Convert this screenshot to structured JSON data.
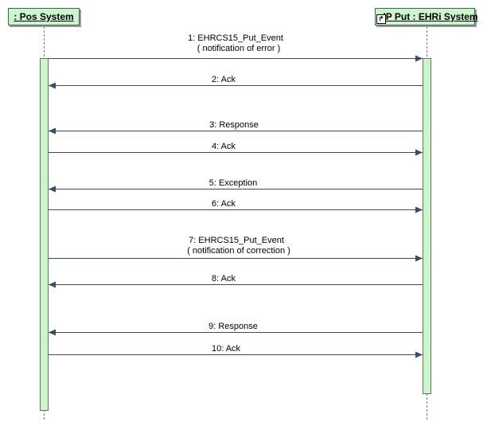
{
  "participants": [
    {
      "name": ": Pos System"
    },
    {
      "name": ":IP Put : EHRi System",
      "ref_icon": "↱"
    }
  ],
  "messages": [
    {
      "id": "m1",
      "label": "1: EHRCS15_Put_Event",
      "sublabel": "( notification of error )",
      "direction": "right"
    },
    {
      "id": "m2",
      "label": "2: Ack",
      "direction": "left"
    },
    {
      "id": "m3",
      "label": "3: Response",
      "direction": "left"
    },
    {
      "id": "m4",
      "label": "4: Ack",
      "direction": "right"
    },
    {
      "id": "m5",
      "label": "5: Exception",
      "direction": "left"
    },
    {
      "id": "m6",
      "label": "6: Ack",
      "direction": "right"
    },
    {
      "id": "m7",
      "label": "7: EHRCS15_Put_Event",
      "sublabel": "( notification of correction )",
      "direction": "right"
    },
    {
      "id": "m8",
      "label": "8: Ack",
      "direction": "left"
    },
    {
      "id": "m9",
      "label": "9: Response",
      "direction": "left"
    },
    {
      "id": "m10",
      "label": "10: Ack",
      "direction": "right"
    }
  ],
  "colors": {
    "box_fill": "#cdf5cd",
    "box_border": "#3d6b3d",
    "arrow": "#3a4a6a"
  }
}
